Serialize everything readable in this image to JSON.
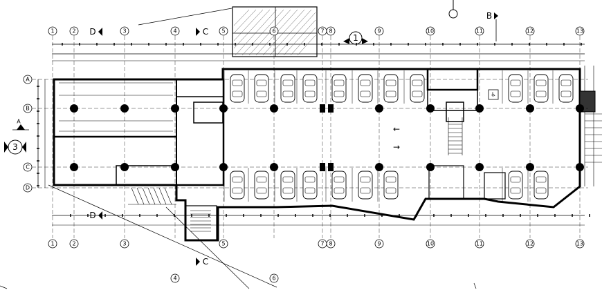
{
  "grid_columns": [
    "1",
    "2",
    "3",
    "4",
    "5",
    "6",
    "7",
    "8",
    "9",
    "10",
    "11",
    "12",
    "13"
  ],
  "grid_rows": [
    "A",
    "B",
    "C",
    "D"
  ],
  "section_markers": {
    "section_A": "A",
    "section_B": "B",
    "section_C_top": "C",
    "section_C_bottom": "C",
    "section_D_top": "D",
    "section_D_bottom": "D",
    "detail_3": "3",
    "detail_1": "1"
  },
  "colors": {
    "line": "#000000",
    "hatch": "#555555",
    "background": "#ffffff"
  },
  "icons": {
    "accessible_parking": "wheelchair-icon",
    "direction_arrows": "arrow-icon"
  }
}
